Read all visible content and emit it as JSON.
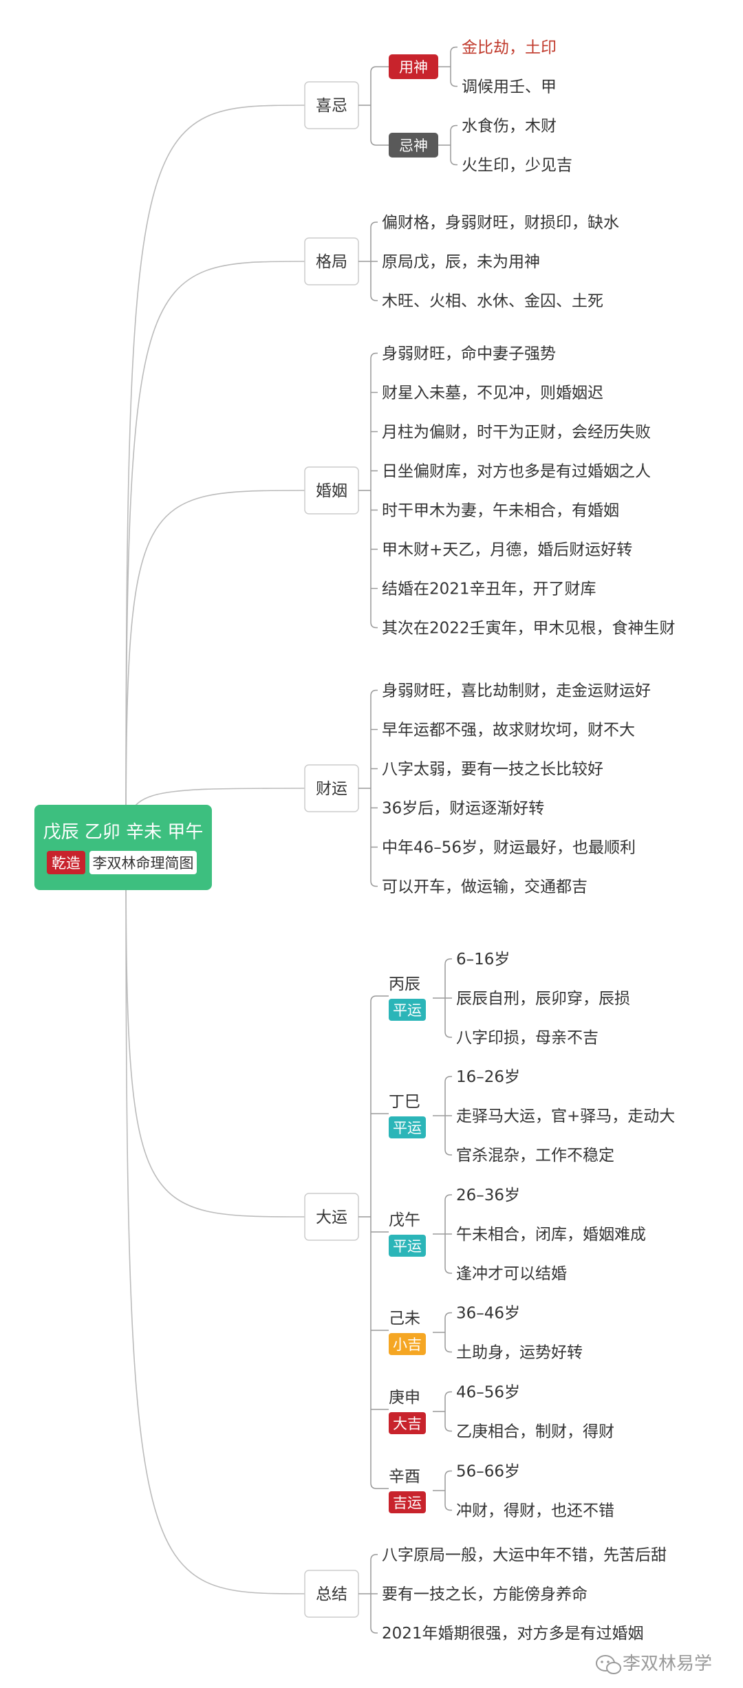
{
  "root": {
    "title": "戊辰 乙卯 辛未 甲午",
    "tag": "乾造",
    "author": "李双林命理简图",
    "color": "#3dbf7f",
    "tag_color": "#c8232c"
  },
  "branches": [
    {
      "label": "喜忌",
      "groups": [
        {
          "badge": "用神",
          "badge_color": "#c8232c",
          "items": [
            {
              "text": "金比劫，土印",
              "red": true
            },
            {
              "text": "调候用壬、甲"
            }
          ]
        },
        {
          "badge": "忌神",
          "badge_color": "#595959",
          "items": [
            {
              "text": "水食伤，木财"
            },
            {
              "text": "火生印，少见吉"
            }
          ]
        }
      ]
    },
    {
      "label": "格局",
      "items": [
        "偏财格，身弱财旺，财损印，缺水",
        "原局戊，辰，未为用神",
        "木旺、火相、水休、金囚、土死"
      ]
    },
    {
      "label": "婚姻",
      "items": [
        "身弱财旺，命中妻子强势",
        "财星入未墓，不见冲，则婚姻迟",
        "月柱为偏财，时干为正财，会经历失败",
        "日坐偏财库，对方也多是有过婚姻之人",
        "时干甲木为妻，午未相合，有婚姻",
        "甲木财+天乙，月德，婚后财运好转",
        "结婚在2021辛丑年，开了财库",
        "其次在2022壬寅年，甲木见根，食神生财"
      ]
    },
    {
      "label": "财运",
      "items": [
        "身弱财旺，喜比劫制财，走金运财运好",
        "早年运都不强，故求财坎坷，财不大",
        "八字太弱，要有一技之长比较好",
        "36岁后，财运逐渐好转",
        "中年46–56岁，财运最好，也最顺利",
        "可以开车，做运输，交通都吉"
      ]
    },
    {
      "label": "大运",
      "periods": [
        {
          "name": "丙辰",
          "badge": "平运",
          "badge_color": "#2bb5b8",
          "items": [
            "6–16岁",
            "辰辰自刑，辰卯穿，辰损",
            "八字印损，母亲不吉"
          ]
        },
        {
          "name": "丁巳",
          "badge": "平运",
          "badge_color": "#2bb5b8",
          "items": [
            "16–26岁",
            "走驿马大运，官+驿马，走动大",
            "官杀混杂，工作不稳定"
          ]
        },
        {
          "name": "戊午",
          "badge": "平运",
          "badge_color": "#2bb5b8",
          "items": [
            "26–36岁",
            "午未相合，闭库，婚姻难成",
            "逢冲才可以结婚"
          ]
        },
        {
          "name": "己未",
          "badge": "小吉",
          "badge_color": "#f5a623",
          "items": [
            "36–46岁",
            "土助身，运势好转"
          ]
        },
        {
          "name": "庚申",
          "badge": "大吉",
          "badge_color": "#c8232c",
          "items": [
            "46–56岁",
            "乙庚相合，制财，得财"
          ]
        },
        {
          "name": "辛酉",
          "badge": "吉运",
          "badge_color": "#c8232c",
          "items": [
            "56–66岁",
            "冲财，得财，也还不错"
          ]
        }
      ]
    },
    {
      "label": "总结",
      "items": [
        "八字原局一般，大运中年不错，先苦后甜",
        "要有一技之长，方能傍身养命",
        "2021年婚期很强，对方多是有过婚姻"
      ]
    }
  ],
  "watermark": {
    "icon": "wechat-icon",
    "text": "李双林易学"
  }
}
